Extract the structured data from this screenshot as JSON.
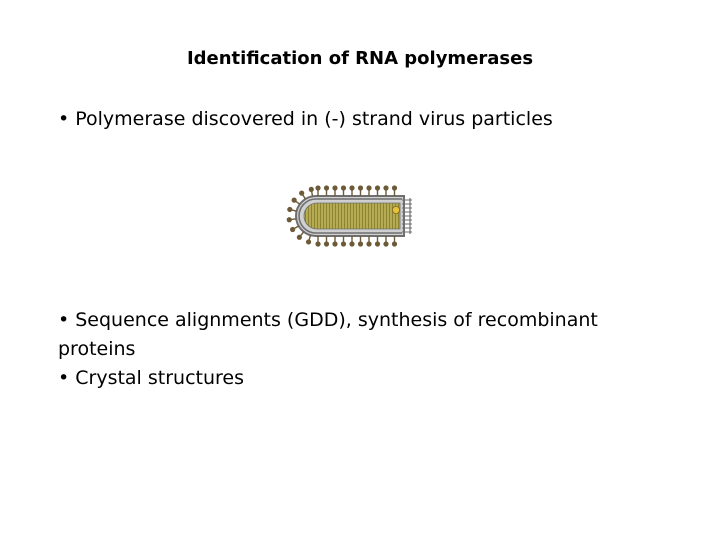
{
  "slide": {
    "title": "Identification of RNA polymerases",
    "bullets": [
      "• Polymerase discovered in (-) strand virus particles",
      "• Sequence alignments (GDD), synthesis of recombinant proteins",
      "• Crystal structures"
    ]
  },
  "figure": {
    "icon": "rhabdovirus-particle-icon",
    "colors": {
      "core_fill": "#b5ab52",
      "core_stripe": "#8d8333",
      "membrane": "#6f6f6f",
      "envelope": "#d0d0d0",
      "spike_head": "#6d5a38",
      "polymerase": "#e8c23a"
    }
  }
}
